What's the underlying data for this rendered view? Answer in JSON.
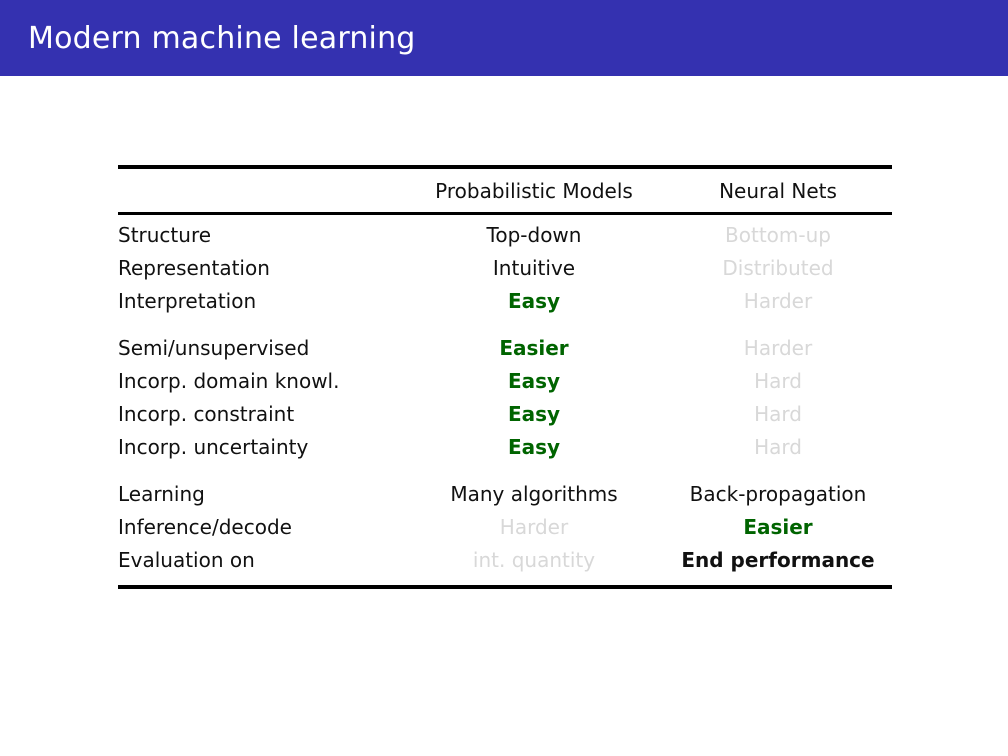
{
  "header": {
    "title": "Modern machine learning"
  },
  "table": {
    "columns": [
      "",
      "Probabilistic Models",
      "Neural Nets"
    ],
    "groups": [
      {
        "rows": [
          {
            "label": "Structure",
            "pm": {
              "text": "Top-down",
              "style": "normal"
            },
            "nn": {
              "text": "Bottom-up",
              "style": "muted"
            }
          },
          {
            "label": "Representation",
            "pm": {
              "text": "Intuitive",
              "style": "normal"
            },
            "nn": {
              "text": "Distributed",
              "style": "muted"
            }
          },
          {
            "label": "Interpretation",
            "pm": {
              "text": "Easy",
              "style": "good"
            },
            "nn": {
              "text": "Harder",
              "style": "muted"
            }
          }
        ]
      },
      {
        "rows": [
          {
            "label": "Semi/unsupervised",
            "pm": {
              "text": "Easier",
              "style": "good"
            },
            "nn": {
              "text": "Harder",
              "style": "muted"
            }
          },
          {
            "label": "Incorp. domain knowl.",
            "pm": {
              "text": "Easy",
              "style": "good"
            },
            "nn": {
              "text": "Hard",
              "style": "muted"
            }
          },
          {
            "label": "Incorp. constraint",
            "pm": {
              "text": "Easy",
              "style": "good"
            },
            "nn": {
              "text": "Hard",
              "style": "muted"
            }
          },
          {
            "label": "Incorp. uncertainty",
            "pm": {
              "text": "Easy",
              "style": "good"
            },
            "nn": {
              "text": "Hard",
              "style": "muted"
            }
          }
        ]
      },
      {
        "rows": [
          {
            "label": "Learning",
            "pm": {
              "text": "Many algorithms",
              "style": "normal"
            },
            "nn": {
              "text": "Back-propagation",
              "style": "normal"
            }
          },
          {
            "label": "Inference/decode",
            "pm": {
              "text": "Harder",
              "style": "muted"
            },
            "nn": {
              "text": "Easier",
              "style": "good"
            }
          },
          {
            "label": "Evaluation on",
            "pm": {
              "text": "int. quantity",
              "style": "muted"
            },
            "nn": {
              "text": "End performance",
              "style": "strong"
            }
          }
        ]
      }
    ]
  },
  "colors": {
    "titlebar_blue": "#3431b0",
    "title_text": "#ffffff",
    "positive_green": "#006400",
    "muted_gray": "#d8d8d8",
    "text_black": "#111111",
    "rule_black": "#000000"
  }
}
